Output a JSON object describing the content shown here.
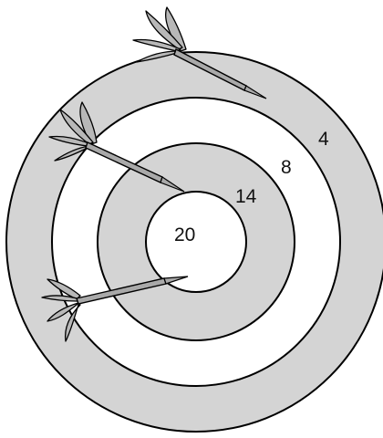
{
  "target": {
    "rings": [
      {
        "score": "4",
        "fill": "#d4d4d4"
      },
      {
        "score": "8",
        "fill": "#ffffff"
      },
      {
        "score": "14",
        "fill": "#d4d4d4"
      },
      {
        "score": "20",
        "fill": "#ffffff"
      }
    ]
  },
  "colors": {
    "shaded_ring": "#d4d4d4",
    "white_ring": "#ffffff",
    "dart_fill": "#a9a9a9",
    "outline": "#000000"
  },
  "darts": [
    {
      "name": "dart-top"
    },
    {
      "name": "dart-middle"
    },
    {
      "name": "dart-lower"
    }
  ]
}
